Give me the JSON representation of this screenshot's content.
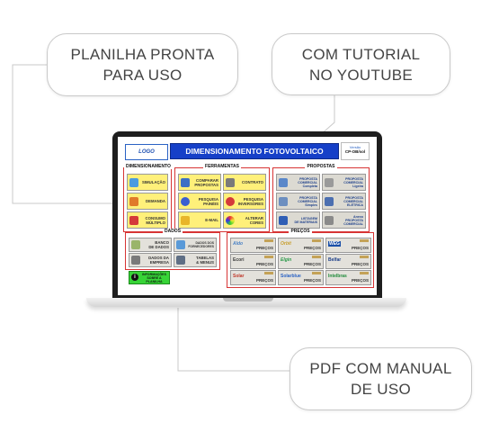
{
  "callouts": {
    "planilha": [
      "PLANILHA PRONTA",
      "PARA USO"
    ],
    "tutorial": [
      "COM TUTORIAL",
      "NO YOUTUBE"
    ],
    "pdf": [
      "PDF COM MANUAL",
      "DE USO"
    ]
  },
  "sheet": {
    "logo": "LOGO",
    "title": "DIMENSIONAMENTO FOTOVOLTAICO",
    "version_label": "Versão",
    "version_value": "CP-OB/sol",
    "sections": {
      "dimensionamento": {
        "title": "DIMENSIONAMENTO",
        "buttons": [
          "SIMULAÇÃO",
          "DEMANDA",
          "CONSUMO\nMÚLTIPLO"
        ]
      },
      "ferramentas": {
        "title": "FERRAMENTAS",
        "buttons": [
          "COMPARAR\nPROPOSTAS",
          "CONTRATO",
          "PESQUISA\nPAINÉIS",
          "PESQUISA\nINVERSORES",
          "E-MAIL",
          "ALTERAR\nCORES"
        ]
      },
      "propostas": {
        "title": "PROPOSTAS",
        "buttons": [
          "PROPOSTA\nCOMERCIAL\nCompleta",
          "PROPOSTA\nCOMERCIAL\nLigeira",
          "PROPOSTA\nCOMERCIAL\nSimples",
          "PROPOSTA\nCOMERCIAL\nELÉTRICA",
          "LISTAGEM\nDE MATERIAIS",
          "Anexo\nPROPOSTA\nCOMERCIAL"
        ]
      },
      "dados": {
        "title": "DADOS",
        "buttons": [
          "BANCO\nDE DADOS",
          "DADOS DOS\nFORNECEDORES",
          "DADOS DA\nEMPRESA",
          "TABELAS\n& MENUS"
        ]
      },
      "precos": {
        "title": "PREÇOS",
        "label": "PREÇOS",
        "logos": [
          "Aldo",
          "Orbit",
          "WEG",
          "Ecori",
          "Elgin",
          "Belfar",
          "Solar",
          "Solarblue",
          "Intelbras"
        ]
      }
    },
    "info_button": "INFORMAÇÕES\nSOBRE A\nPLANILHA"
  },
  "colors": {
    "banner": "#1640c8",
    "section_border": "#d73535",
    "yellow_button": "#fff07a",
    "info_button": "#37d437"
  }
}
